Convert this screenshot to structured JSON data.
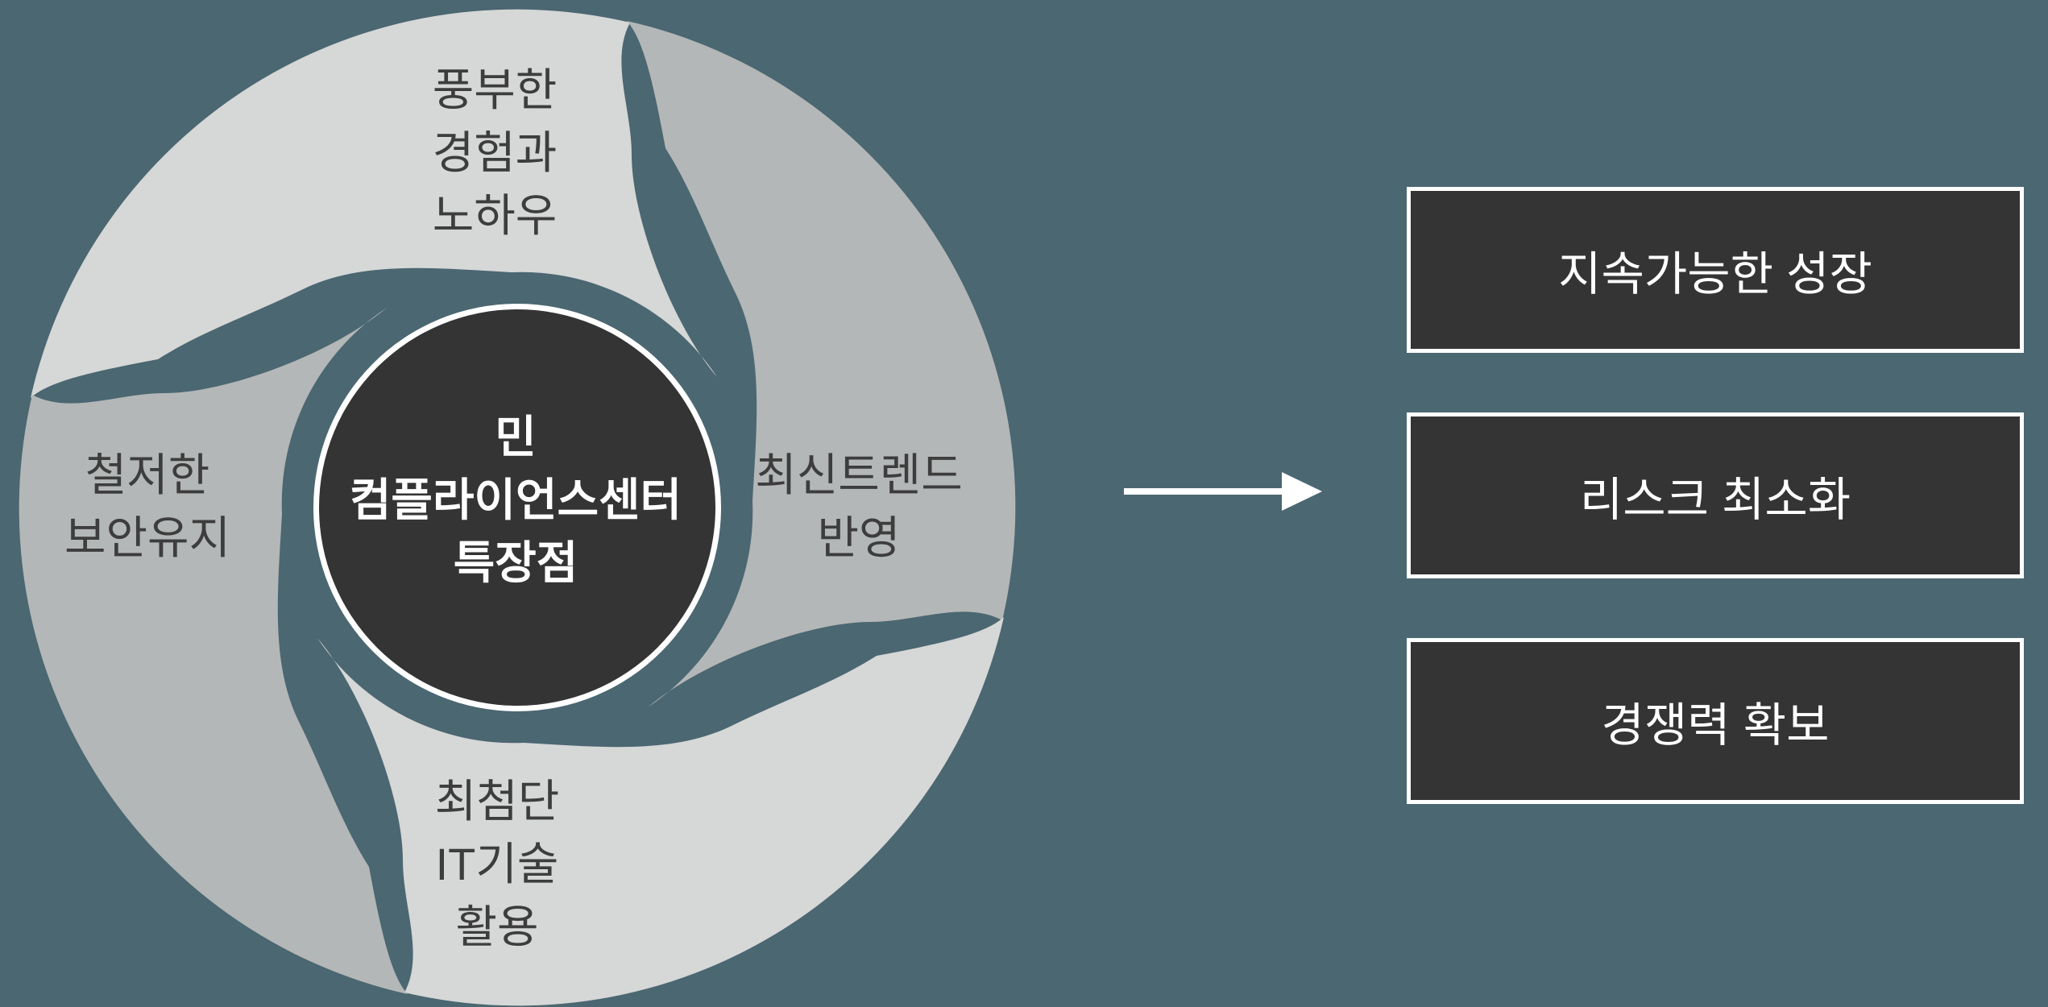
{
  "background_color": "#4b6771",
  "diagram": {
    "colors": {
      "light_petal": "#d6d7d7",
      "medium_petal": "#b4b7b7",
      "dark": "#343434",
      "ring": "#ffffff",
      "petal_text": "#3d3d3d",
      "arrow": "#ffffff"
    },
    "center": {
      "text": "민 컴플라이언스센터 특장점",
      "lines": [
        "민",
        "컴플라이언스센터",
        "특장점"
      ]
    },
    "petals": [
      {
        "position": "top",
        "text": "풍부한 경험과 노하우",
        "lines": [
          "풍부한",
          "경험과",
          "노하우"
        ]
      },
      {
        "position": "right",
        "text": "최신트렌드 반영",
        "lines": [
          "최신트렌드",
          "반영"
        ]
      },
      {
        "position": "bottom",
        "text": "최첨단 IT기술 활용",
        "lines": [
          "최첨단",
          "IT기술",
          "활용"
        ]
      },
      {
        "position": "left",
        "text": "철저한 보안유지",
        "lines": [
          "철저한",
          "보안유지"
        ]
      }
    ]
  },
  "outcomes": [
    {
      "label": "지속가능한 성장"
    },
    {
      "label": "리스크 최소화"
    },
    {
      "label": "경쟁력 확보"
    }
  ]
}
